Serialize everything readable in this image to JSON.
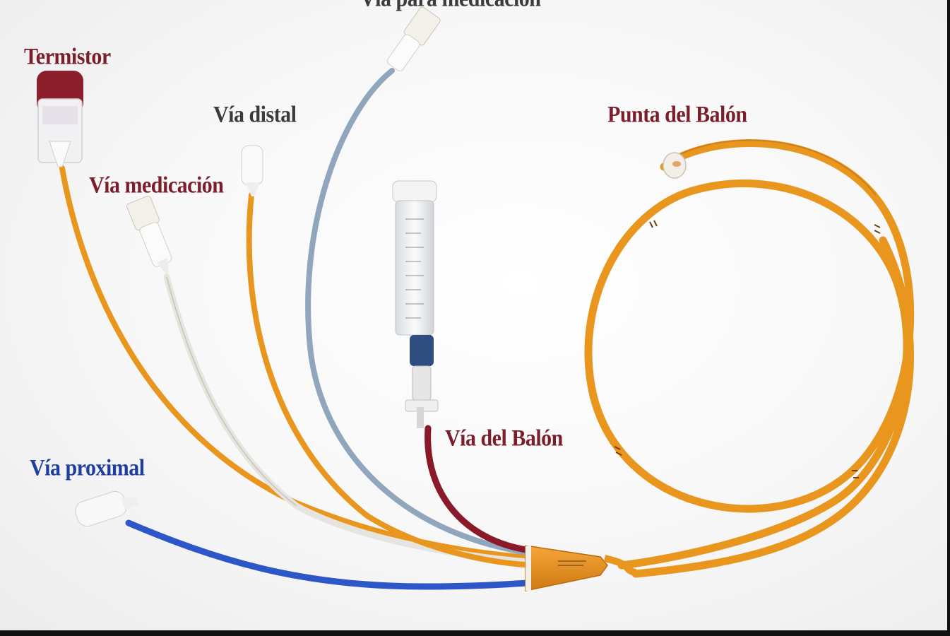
{
  "labels": {
    "top": "Vía para medicación",
    "termistor": "Termistor",
    "distal": "Vía distal",
    "medicacion": "Vía medicación",
    "punta": "Punta del Balón",
    "balon": "Vía del Balón",
    "proximal": "Vía proximal"
  },
  "colors": {
    "maroon_label": "#7a1e2b",
    "dark_label": "#3b3b3b",
    "blue_label": "#1f3fa0",
    "orange_tube": "#e8961e",
    "blue_tube": "#2d56c8",
    "gray_tube": "#8fa6bd",
    "white_tube": "#e6e4df",
    "red_tube": "#8a1a2a"
  }
}
